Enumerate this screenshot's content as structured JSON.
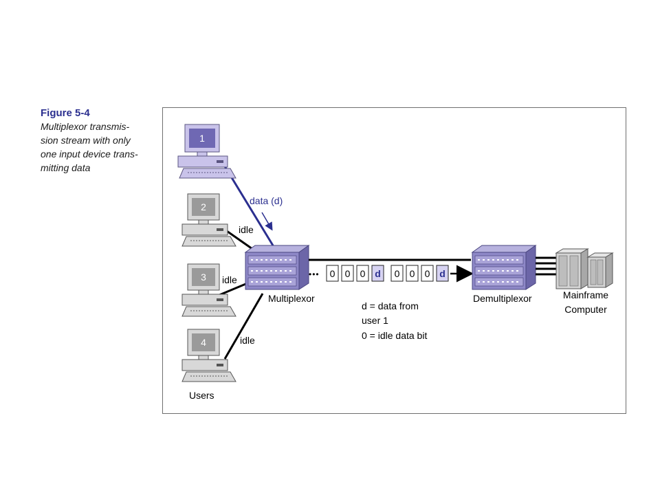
{
  "figure": {
    "number": "Figure 5-4",
    "caption_lines": [
      "Multiplexor transmis-",
      "sion stream with only",
      "one input device trans-",
      "mitting data"
    ]
  },
  "diagram": {
    "terminals": [
      "1",
      "2",
      "3",
      "4"
    ],
    "users_label": "Users",
    "link_labels": {
      "data": "data (d)",
      "idle_2": "idle",
      "idle_3": "idle",
      "idle_4": "idle"
    },
    "multiplexor_label": "Multiplexor",
    "demultiplexor_label": "Demultiplexor",
    "mainframe_label": [
      "Mainframe",
      "Computer"
    ],
    "ellipsis": "•••",
    "stream_cells": [
      "0",
      "0",
      "0",
      "d",
      "0",
      "0",
      "0",
      "d"
    ],
    "legend_lines": [
      "d = data from",
      "user 1",
      "0 = idle data bit"
    ]
  },
  "colors": {
    "accent": "#2b2f8f",
    "highlight_terminal": "#c9c3ea",
    "terminal_gray": "#d8d8d8",
    "device_purple": "#8e88c7",
    "data_cell": "#d7d3f2",
    "border": "#6e6e6e"
  }
}
